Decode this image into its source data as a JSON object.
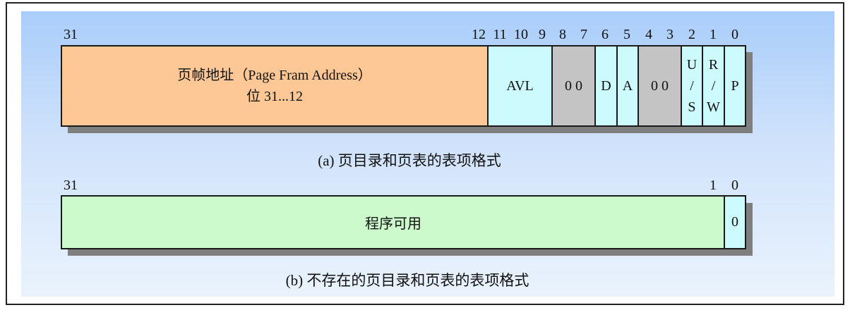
{
  "colors": {
    "orange": "#fdc896",
    "cyan": "#cdfafd",
    "gray": "#c4c4c4",
    "green": "#cdfacd"
  },
  "entry_a": {
    "bit_numbers": [
      "31",
      "12",
      "11",
      "10",
      "9",
      "8",
      "7",
      "6",
      "5",
      "4",
      "3",
      "2",
      "1",
      "0"
    ],
    "page_frame_line1": "页帧地址（Page Fram Address）",
    "page_frame_line2": "位 31...12",
    "avl": "AVL",
    "zeros_87": "0 0",
    "d": "D",
    "a": "A",
    "zeros_43": "0 0",
    "us": [
      "U",
      "/",
      "S"
    ],
    "rw": [
      "R",
      "/",
      "W"
    ],
    "p": "P",
    "caption": "(a) 页目录和页表的表项格式"
  },
  "entry_b": {
    "bit_numbers": [
      "31",
      "1",
      "0"
    ],
    "available": "程序可用",
    "present_bit": "0",
    "caption": "(b) 不存在的页目录和页表的表项格式"
  }
}
